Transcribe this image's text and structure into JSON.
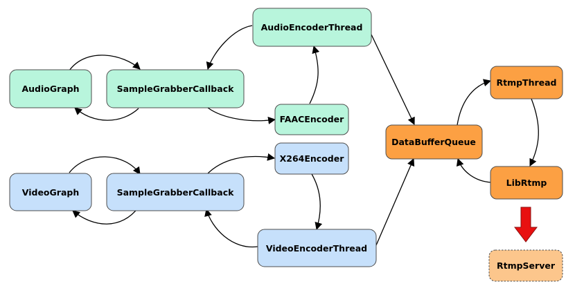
{
  "palette": {
    "audio_fill": "#b8f5dc",
    "video_fill": "#c6e0fb",
    "rtmp_fill": "#fca043",
    "server_fill": "#fcc68c",
    "arrow_red": "#e81010",
    "stroke": "#4d4d4d"
  },
  "nodes": {
    "audio_graph": {
      "label": "AudioGraph",
      "group": "audio"
    },
    "audio_sample_grabber": {
      "label": "SampleGrabberCallback",
      "group": "audio"
    },
    "audio_encoder_thread": {
      "label": "AudioEncoderThread",
      "group": "audio"
    },
    "faac_encoder": {
      "label": "FAACEncoder",
      "group": "audio"
    },
    "video_graph": {
      "label": "VideoGraph",
      "group": "video"
    },
    "video_sample_grabber": {
      "label": "SampleGrabberCallback",
      "group": "video"
    },
    "x264_encoder": {
      "label": "X264Encoder",
      "group": "video"
    },
    "video_encoder_thread": {
      "label": "VideoEncoderThread",
      "group": "video"
    },
    "data_buffer_queue": {
      "label": "DataBufferQueue",
      "group": "rtmp"
    },
    "rtmp_thread": {
      "label": "RtmpThread",
      "group": "rtmp"
    },
    "lib_rtmp": {
      "label": "LibRtmp",
      "group": "rtmp"
    },
    "rtmp_server": {
      "label": "RtmpServer",
      "group": "server"
    }
  },
  "edges": [
    {
      "from": "audio_graph",
      "to": "audio_sample_grabber"
    },
    {
      "from": "audio_sample_grabber",
      "to": "audio_graph"
    },
    {
      "from": "audio_encoder_thread",
      "to": "audio_sample_grabber"
    },
    {
      "from": "audio_sample_grabber",
      "to": "faac_encoder"
    },
    {
      "from": "faac_encoder",
      "to": "audio_encoder_thread"
    },
    {
      "from": "audio_encoder_thread",
      "to": "data_buffer_queue"
    },
    {
      "from": "video_graph",
      "to": "video_sample_grabber"
    },
    {
      "from": "video_sample_grabber",
      "to": "video_graph"
    },
    {
      "from": "video_sample_grabber",
      "to": "x264_encoder"
    },
    {
      "from": "x264_encoder",
      "to": "video_encoder_thread"
    },
    {
      "from": "video_encoder_thread",
      "to": "video_sample_grabber"
    },
    {
      "from": "video_encoder_thread",
      "to": "data_buffer_queue"
    },
    {
      "from": "data_buffer_queue",
      "to": "rtmp_thread"
    },
    {
      "from": "rtmp_thread",
      "to": "lib_rtmp"
    },
    {
      "from": "lib_rtmp",
      "to": "data_buffer_queue"
    },
    {
      "from": "lib_rtmp",
      "to": "rtmp_server",
      "style": "block-arrow"
    }
  ]
}
